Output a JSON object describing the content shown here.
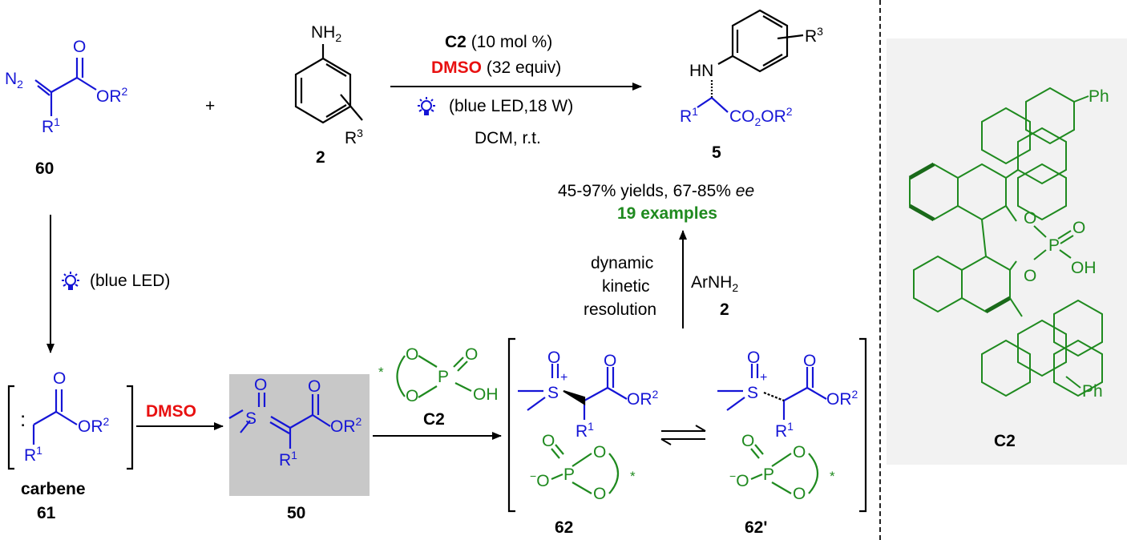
{
  "conditions": {
    "catalyst_label": "C2",
    "catalyst_loading": " (10 mol %)",
    "solvent_additive_label": "DMSO",
    "solvent_additive_amount": " (32 equiv)",
    "light": "(blue LED,18 W)",
    "solvent_temp": "DCM, r.t."
  },
  "results": {
    "yield_text": "45-97% yields, 67-85% ",
    "ee": "ee",
    "examples": "19 examples"
  },
  "compounds": {
    "diazo_label": "60",
    "aniline_label": "2",
    "product_label": "5",
    "carbene_name": "carbene",
    "carbene_label": "61",
    "ylide_label": "50",
    "catalyst_label": "C2",
    "ion_pair_label": "62",
    "ion_pair_prime_label": "62'",
    "catalyst_panel_label": "C2"
  },
  "atoms": {
    "n2": "N",
    "n2_sub": "2",
    "o": "O",
    "or2": "OR",
    "r1": "R",
    "r3": "R",
    "sup1": "1",
    "sup2": "2",
    "sup3": "3",
    "nh2": "NH",
    "nh2_sub": "2",
    "hn": "HN",
    "co2r2": "CO",
    "co2_sub": "2",
    "s": "S",
    "plus": "+",
    "p": "P",
    "oh": "OH",
    "minus_o": "O",
    "minus": "−",
    "star": "*",
    "ph": "Ph",
    "carbene_dot": ":",
    "plus_sign": "+"
  },
  "steps": {
    "light_step": "(blue LED)",
    "dmso_step": "DMSO",
    "dkr_line1": "dynamic",
    "dkr_line2": "kinetic",
    "dkr_line3": "resolution",
    "arnh2": "ArNH",
    "arnh2_sub": "2",
    "arnh2_label": "2"
  },
  "colors": {
    "substrate": "#1515d6",
    "catalyst": "#1f8a1f",
    "highlight": "#e81010",
    "panel_bg": "#f2f2f2",
    "box_bg": "#c8c8c8"
  },
  "icons": [
    "light-bulb-icon"
  ]
}
